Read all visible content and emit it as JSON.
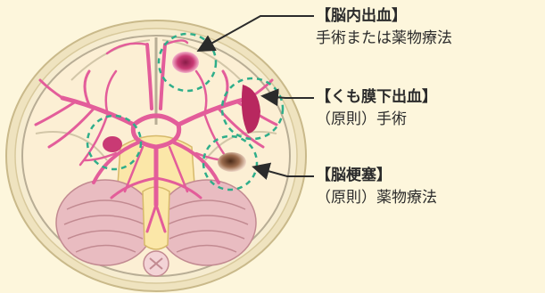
{
  "colors": {
    "background": "#fdf6dc",
    "skull_outer": "#efe3bf",
    "brain_fill": "#fcefd4",
    "artery": "#e35d9a",
    "cerebellum": "#e9bcc1",
    "brainstem": "#fbe7a8",
    "lesion": "#b8285f",
    "dashed_circle": "#2fae8a",
    "text": "#2b2b2b"
  },
  "labels": {
    "hemorrhage": {
      "title": "【脳内出血】",
      "treatment": "手術または薬物療法"
    },
    "subarachnoid": {
      "title": "【くも膜下出血】",
      "treatment": "（原則）手術"
    },
    "infarction": {
      "title": "【脳梗塞】",
      "treatment": "（原則）薬物療法"
    }
  },
  "icons": [
    "dashed-circle",
    "arrow"
  ]
}
